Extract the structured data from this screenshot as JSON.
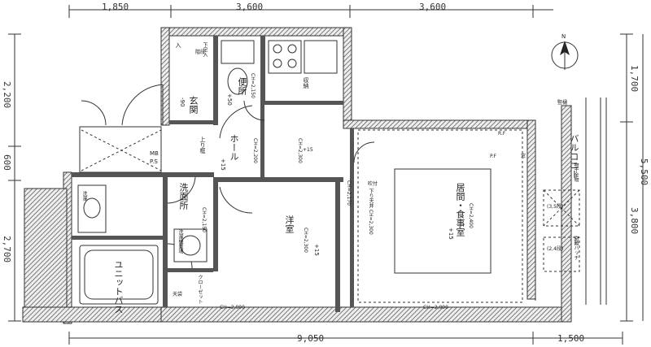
{
  "dimensions": {
    "top": [
      "1,850",
      "3,600",
      "3,600"
    ],
    "bottom": [
      "9,050",
      "1,500"
    ],
    "left": [
      "2,200",
      "600",
      "2,700"
    ],
    "right_inner": [
      "1,700",
      "3,800"
    ],
    "right_outer": "5,500"
  },
  "rooms": {
    "genkan": "玄関",
    "genkan_level": "-90",
    "toilet": "便所",
    "toilet_level": "+50",
    "hall": "ホール",
    "hall_level": "+15",
    "senmenjo": "洗面所",
    "bath": "ユニットバス",
    "yoshitsu": "洋室",
    "yoshitsu_level": "+15",
    "living": "居間・食事室",
    "living_level": "+15",
    "balcony": "バルコニー",
    "closet": "クローゼット",
    "shuno": "収納",
    "ps": "P.S",
    "mb": "MB",
    "nyu": "入",
    "shita_kai": "下足入",
    "agari": "上り框",
    "jobukuro": "天袋",
    "sensen": "洗濯",
    "kaiden": "階段",
    "sekkei": "吹付",
    "mado": "窓"
  },
  "notes": {
    "ch_2150_a": "CH=2,150",
    "ch_2200": "CH=2,200",
    "ch_2300_a": "CH=2,300",
    "ch_2300_b": "CH=2,300",
    "ch_2170": "CH=2,170",
    "ch_2150_b": "CH=2,150",
    "ch_2400": "CH=2,400",
    "ch_2300_c": "下り天井 CH=2,300",
    "ch_2090_a": "CH=2,090",
    "ch_2090_b": "CH=2,090",
    "pf": "P.F",
    "rf": "R.F",
    "kaiten": "(3,5段)",
    "kaiten2": "(2,4段)",
    "hinan": "避難ハッチ",
    "tatebu": "竪樋",
    "kaisen": "物干金物",
    "sensendai": "洗濯機置場",
    "level15": "+15"
  },
  "compass": {
    "label": "N"
  }
}
